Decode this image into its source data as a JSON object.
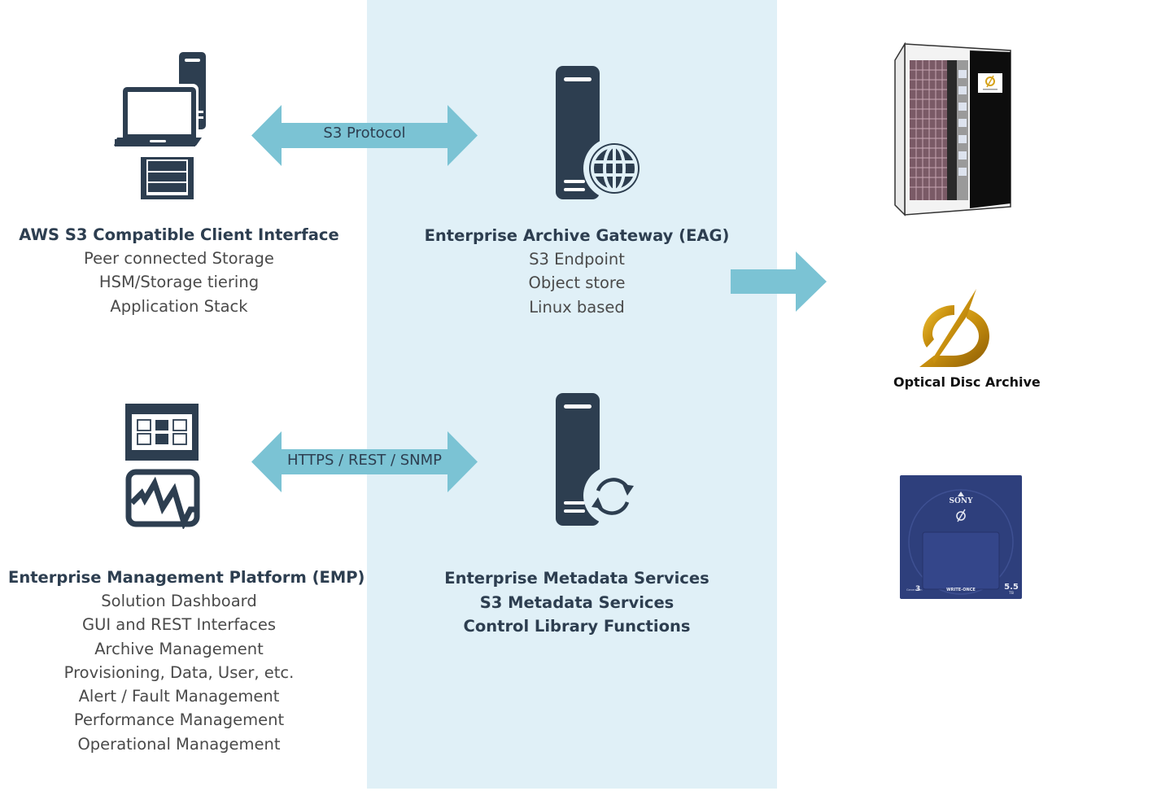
{
  "colors": {
    "band": "#e0f0f7",
    "arrow": "#7bc3d4",
    "icon": "#2d3e50",
    "title_text": "#2d3e50",
    "body_text": "#4a4a4a",
    "oda_gold": "#d6a21a",
    "cartridge_blue": "#2e3f7c"
  },
  "client": {
    "icon": "computer-laptop-storage-icon",
    "title": "AWS S3 Compatible Client Interface",
    "lines": [
      "Peer connected Storage",
      "HSM/Storage tiering",
      "Application Stack"
    ]
  },
  "s3_arrow": {
    "icon": "double-arrow-icon",
    "label": "S3 Protocol"
  },
  "gateway": {
    "icon": "server-globe-icon",
    "title": "Enterprise Archive Gateway (EAG)",
    "lines": [
      "S3 Endpoint",
      "Object store",
      "Linux based"
    ]
  },
  "right_arrow": {
    "icon": "right-arrow-icon"
  },
  "management": {
    "icon": "dashboard-monitor-icon",
    "title": "Enterprise Management Platform (EMP)",
    "lines": [
      "Solution Dashboard",
      "GUI and REST Interfaces",
      "Archive Management",
      "Provisioning, Data, User, etc.",
      "Alert / Fault Management",
      "Performance Management",
      "Operational Management"
    ]
  },
  "mgmt_arrow": {
    "icon": "double-arrow-icon",
    "label": "HTTPS / REST / SNMP"
  },
  "metadata": {
    "icon": "server-sync-icon",
    "lines": [
      "Enterprise Metadata Services",
      "S3 Metadata Services",
      "Control Library Functions"
    ]
  },
  "library": {
    "icon": "optical-disc-library-image"
  },
  "oda_logo": {
    "icon": "oda-logo-icon",
    "label": "Optical Disc Archive"
  },
  "cartridge": {
    "icon": "optical-disc-cartridge-image",
    "brand": "SONY",
    "generation_label": "Generation",
    "generation": "3",
    "type": "WRITE-ONCE",
    "capacity": "5.5",
    "capacity_unit": "TB"
  }
}
